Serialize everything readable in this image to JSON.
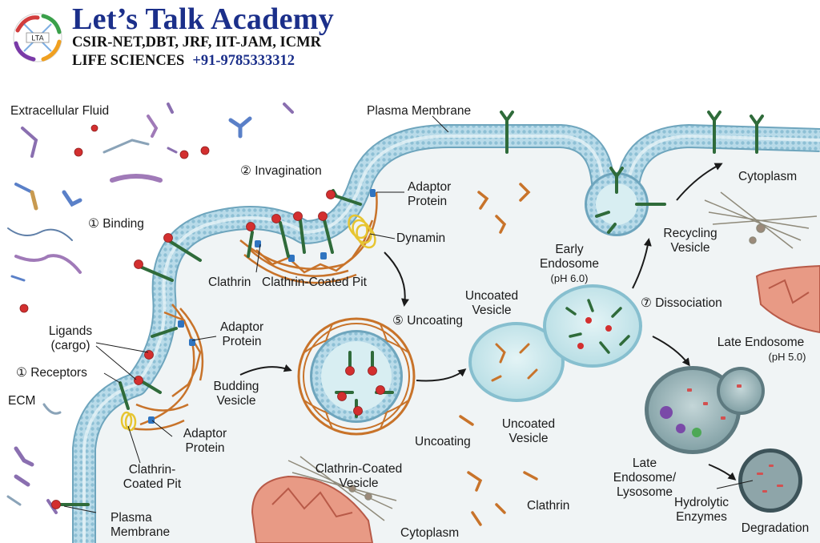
{
  "brand": {
    "title": "Let’s Talk Academy",
    "subtitle": "CSIR-NET,DBT, JRF, IIT-JAM, ICMR",
    "tagline": "LIFE SCIENCES",
    "phone": "+91-9785333312",
    "logo_text": "LTA"
  },
  "labels": {
    "extracellular_fluid": "Extracellular Fluid",
    "plasma_membrane_top": "Plasma Membrane",
    "cytoplasm_top": "Cytoplasm",
    "invagination": "② Invagination",
    "binding": "① Binding",
    "adaptor_protein_top": [
      "Adaptor",
      "Protein"
    ],
    "dynamin": "Dynamin",
    "clathrin_left": "Clathrin",
    "clathrin_coated_pit_mid": "Clathrin-Coated Pit",
    "uncoating_5": "⑤ Uncoating",
    "early_endosome": [
      "Early",
      "Endosome",
      "(pH 6.0)"
    ],
    "recycling_vesicle": [
      "Recycling",
      "Vesicle"
    ],
    "dissociation": "⑦ Dissociation",
    "uncoated_vesicle_top": [
      "Uncoated",
      "Vesicle"
    ],
    "ligands": [
      "Ligands",
      "(cargo)"
    ],
    "adaptor_protein_mid": [
      "Adaptor",
      "Protein"
    ],
    "receptors": "① Receptors",
    "ecm": "ECM",
    "budding_vesicle": [
      "Budding",
      "Vesicle"
    ],
    "adaptor_protein_low": [
      "Adaptor",
      "Protein"
    ],
    "clathrin_coated_pit_low": [
      "Clathrin-",
      "Coated Pit"
    ],
    "plasma_membrane_bottom": [
      "Plasma",
      "Membrane"
    ],
    "uncoated_vesicle_low": [
      "Uncoated",
      "Vesicle"
    ],
    "uncoating_low": "Uncoating",
    "clathrin_coated_vesicle": [
      "Clathrin-Coated",
      "Vesicle"
    ],
    "cytoplasm_bottom": "Cytoplasm",
    "clathrin_low": "Clathrin",
    "late_endosome": [
      "Late Endosome",
      "(pH 5.0)"
    ],
    "late_endosome_lysosome": [
      "Late",
      "Endosome/",
      "Lysosome"
    ],
    "hydrolytic_enzymes": [
      "Hydrolytic",
      "Enzymes"
    ],
    "degradation": "Degradation"
  },
  "colors": {
    "membrane": "#a9cfe0",
    "membrane_dot": "#7fb2c8",
    "receptor": "#2f6b3a",
    "ligand": "#d32f2f",
    "clathrin": "#c8732a",
    "adaptor": "#2f74c0",
    "dynamin": "#e7c531",
    "vesicle_fill": "#cfe9ee",
    "endosome_fill": "#c3e2e8",
    "late_endosome_fill": "#9fb9bd",
    "lysosome_fill": "#8aa2a7",
    "mitochondrion": "#e89a85",
    "brand_blue": "#1b2f8a"
  }
}
